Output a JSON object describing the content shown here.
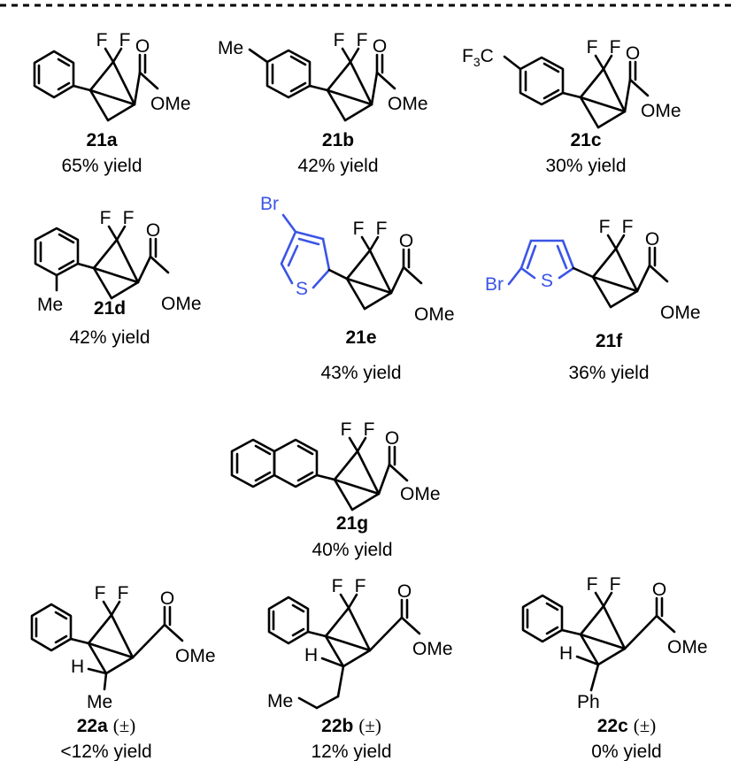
{
  "atoms": {
    "F": "F",
    "O": "O",
    "OMe": "OMe",
    "Me": "Me",
    "H": "H",
    "Ph": "Ph",
    "Br": "Br",
    "S": "S",
    "CF3_main": "F",
    "CF3_sub": "3",
    "CF3_tail": "C"
  },
  "racemic": "(±)",
  "compounds": [
    {
      "id": "21a",
      "yield": "65% yield"
    },
    {
      "id": "21b",
      "yield": "42% yield"
    },
    {
      "id": "21c",
      "yield": "30% yield"
    },
    {
      "id": "21d",
      "yield": "42% yield"
    },
    {
      "id": "21e",
      "yield": "43% yield"
    },
    {
      "id": "21f",
      "yield": "36% yield"
    },
    {
      "id": "21g",
      "yield": "40% yield"
    },
    {
      "id": "22a",
      "yield": "<12% yield"
    },
    {
      "id": "22b",
      "yield": "12% yield"
    },
    {
      "id": "22c",
      "yield": "0% yield"
    }
  ],
  "colors": {
    "heteroaryl": "#3b55e6",
    "ink": "#000000"
  }
}
